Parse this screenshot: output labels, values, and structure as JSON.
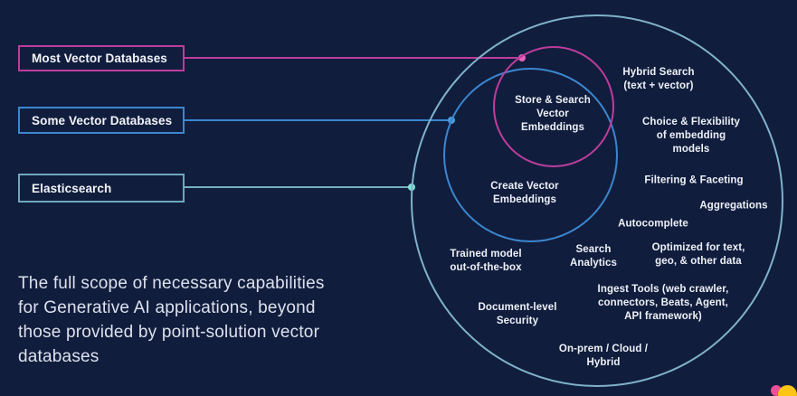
{
  "page": {
    "background_color": "#111d3d",
    "caption": "The full scope of necessary capabilities\nfor Generative AI applications, beyond\nthose provided by point-solution vector\ndatabases"
  },
  "legend": {
    "items": [
      {
        "label": "Most Vector Databases",
        "color": "#bd3d9c"
      },
      {
        "label": "Some Vector Databases",
        "color": "#3b87cf"
      },
      {
        "label": "Elasticsearch",
        "color": "#6fa7bc"
      }
    ]
  },
  "diagram": {
    "type": "venn-nested-circles",
    "circles": [
      {
        "name": "Elasticsearch",
        "color": "#7fb2ca"
      },
      {
        "name": "Some Vector Databases",
        "color": "#3b87cf"
      },
      {
        "name": "Most Vector Databases",
        "color": "#bd3d9c"
      }
    ],
    "labels": [
      {
        "text": "Store & Search\nVector\nEmbeddings",
        "region": "most+some+elasticsearch"
      },
      {
        "text": "Create Vector\nEmbeddings",
        "region": "some+elasticsearch"
      },
      {
        "text": "Hybrid Search\n(text + vector)",
        "region": "elasticsearch"
      },
      {
        "text": "Choice & Flexibility\nof embedding\nmodels",
        "region": "elasticsearch"
      },
      {
        "text": "Filtering & Faceting",
        "region": "elasticsearch"
      },
      {
        "text": "Aggregations",
        "region": "elasticsearch"
      },
      {
        "text": "Autocomplete",
        "region": "elasticsearch"
      },
      {
        "text": "Trained model\nout-of-the-box",
        "region": "elasticsearch"
      },
      {
        "text": "Search\nAnalytics",
        "region": "elasticsearch"
      },
      {
        "text": "Optimized for text,\ngeo, & other data",
        "region": "elasticsearch"
      },
      {
        "text": "Ingest Tools (web crawler,\nconnectors, Beats, Agent,\nAPI framework)",
        "region": "elasticsearch"
      },
      {
        "text": "Document-level\nSecurity",
        "region": "elasticsearch"
      },
      {
        "text": "On-prem / Cloud /\nHybrid",
        "region": "elasticsearch"
      }
    ]
  },
  "logo": {
    "name": "elastic-logo",
    "pink": "#f04e98",
    "yellow": "#fec514"
  }
}
